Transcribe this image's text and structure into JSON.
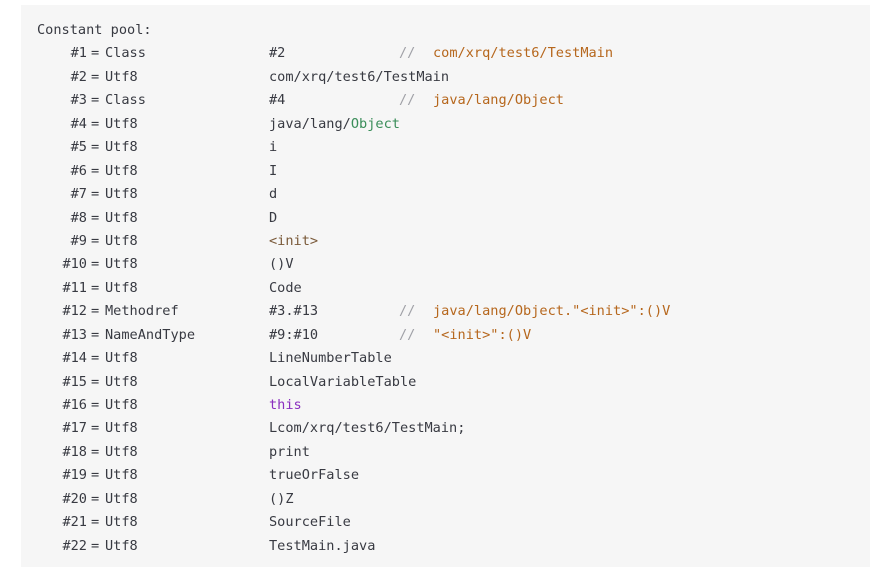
{
  "header": "Constant pool:",
  "entries": [
    {
      "num": "#1",
      "type": "Class",
      "val": "#2",
      "comment": "com/xrq/test6/TestMain"
    },
    {
      "num": "#2",
      "type": "Utf8",
      "val": "com/xrq/test6/TestMain"
    },
    {
      "num": "#3",
      "type": "Class",
      "val": "#4",
      "comment": "java/lang/Object"
    },
    {
      "num": "#4",
      "type": "Utf8",
      "val_a": "java/lang/",
      "val_b": "Object"
    },
    {
      "num": "#5",
      "type": "Utf8",
      "val": "i"
    },
    {
      "num": "#6",
      "type": "Utf8",
      "val": "I"
    },
    {
      "num": "#7",
      "type": "Utf8",
      "val": "d"
    },
    {
      "num": "#8",
      "type": "Utf8",
      "val": "D"
    },
    {
      "num": "#9",
      "type": "Utf8",
      "val": "<init>"
    },
    {
      "num": "#10",
      "type": "Utf8",
      "val": "()V"
    },
    {
      "num": "#11",
      "type": "Utf8",
      "val": "Code"
    },
    {
      "num": "#12",
      "type": "Methodref",
      "val": "#3.#13",
      "comment": "java/lang/Object.\"<init>\":()V"
    },
    {
      "num": "#13",
      "type": "NameAndType",
      "val": "#9:#10",
      "comment": "\"<init>\":()V"
    },
    {
      "num": "#14",
      "type": "Utf8",
      "val": "LineNumberTable"
    },
    {
      "num": "#15",
      "type": "Utf8",
      "val": "LocalVariableTable"
    },
    {
      "num": "#16",
      "type": "Utf8",
      "val": "this"
    },
    {
      "num": "#17",
      "type": "Utf8",
      "val": "Lcom/xrq/test6/TestMain;"
    },
    {
      "num": "#18",
      "type": "Utf8",
      "val": "print"
    },
    {
      "num": "#19",
      "type": "Utf8",
      "val": "trueOrFalse"
    },
    {
      "num": "#20",
      "type": "Utf8",
      "val": "()Z"
    },
    {
      "num": "#21",
      "type": "Utf8",
      "val": "SourceFile"
    },
    {
      "num": "#22",
      "type": "Utf8",
      "val": "TestMain.java"
    }
  ],
  "eq_sign": "=",
  "comment_marker": "//",
  "colors": {
    "background": "#f6f6f6",
    "text": "#383a42",
    "string": "#b6671d",
    "class_name": "#3a8d59",
    "keyword": "#8a2fbf",
    "comment": "#a0a1a7"
  }
}
